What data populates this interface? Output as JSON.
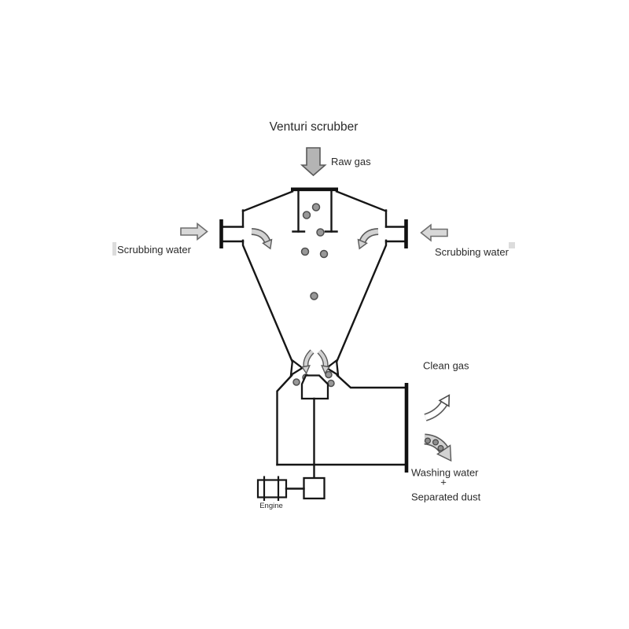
{
  "diagram": {
    "title": "Venturi scrubber",
    "annotations": {
      "raw_gas": "Raw gas",
      "scrubbing_water_left": "Scrubbing water",
      "scrubbing_water_right": "Scrubbing water",
      "clean_gas": "Clean gas",
      "washing_water": "Washing water",
      "plus": "+",
      "separated_dust": "Separated dust",
      "engine": "Engine"
    },
    "icons": {
      "raw_gas_arrow": "down-block-arrow",
      "scrubbing_water_left_arrow": "right-block-arrow",
      "scrubbing_water_right_arrow": "left-block-arrow",
      "inlet_swirl_left": "curved-down-arrow",
      "inlet_swirl_right": "curved-down-arrow",
      "throat_flow_left": "curved-down-arrow",
      "throat_flow_right": "curved-down-arrow",
      "clean_gas_arrow": "curved-up-right-arrow",
      "washing_water_arrow": "curved-down-right-arrow-with-dust-dots",
      "droplets": "gray-dot",
      "engine_symbol": "motor-with-shaft-and-gearbox"
    },
    "colors": {
      "line": "#161616",
      "text": "#2b2b2b",
      "raw_gas_arrow_fill": "#b4b4b4",
      "side_arrow_fill": "#d8d8d8",
      "curved_arrow_fill": "#d2d2d2",
      "clean_gas_arrow_fill": "#ffffff",
      "arrow_outline": "#5a5a5a",
      "droplet_fill": "#989898",
      "background": "#ffffff"
    }
  }
}
